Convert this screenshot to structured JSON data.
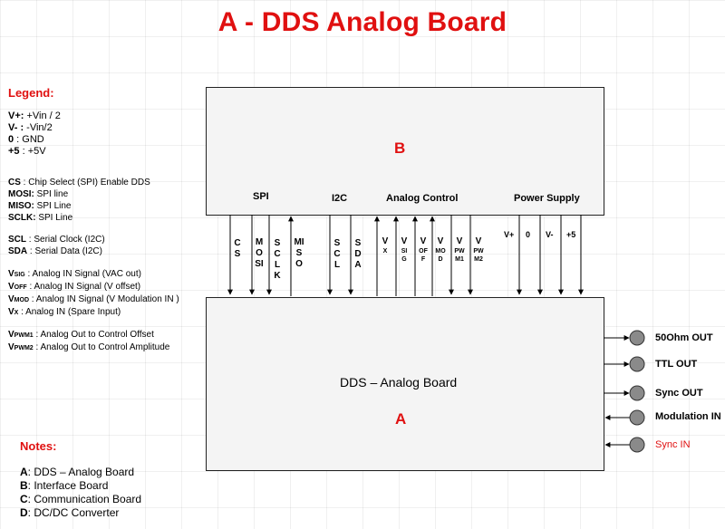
{
  "title": "A - DDS Analog Board",
  "legend": {
    "heading": "Legend:",
    "power": [
      {
        "key": "V+:",
        "value": " +Vin / 2"
      },
      {
        "key": "V- :",
        "value": " -Vin/2"
      },
      {
        "key": "0",
        "value": " : GND"
      },
      {
        "key": "+5",
        "value": " : +5V"
      }
    ],
    "spi": [
      {
        "key": "CS",
        "value": " : Chip Select (SPI) Enable DDS"
      },
      {
        "key": "MOSI:",
        "value": " SPI line"
      },
      {
        "key": "MISO:",
        "value": " SPI Line"
      },
      {
        "key": "SCLK:",
        "value": " SPI Line"
      }
    ],
    "i2c": [
      {
        "key": "SCL",
        "value": " : Serial Clock (I2C)"
      },
      {
        "key": "SDA",
        "value": " : Serial Data (I2C)"
      }
    ],
    "analog": [
      {
        "key": "V",
        "sub": "SIG",
        "value": " : Analog IN Signal (VAC out)"
      },
      {
        "key": "V",
        "sub": "OFF",
        "value": " : Analog IN Signal (V offset)"
      },
      {
        "key": "V",
        "sub": "MOD",
        "value": " : Analog IN Signal (V Modulation IN )"
      },
      {
        "key": "V",
        "sub": "X",
        "value": " : Analog IN (Spare Input)"
      }
    ],
    "pwm": [
      {
        "key": "V",
        "sub": "PWM1",
        "value": " : Analog Out to Control Offset"
      },
      {
        "key": "V",
        "sub": "PWM2",
        "value": " : Analog Out to Control Amplitude"
      }
    ]
  },
  "notes": {
    "heading": "Notes:",
    "items": [
      {
        "key": "A",
        "value": ": DDS – Analog Board"
      },
      {
        "key": "B",
        "value": ": Interface Board"
      },
      {
        "key": "C",
        "value": ": Communication Board"
      },
      {
        "key": "D",
        "value": ": DC/DC Converter"
      }
    ]
  },
  "board_b": {
    "letter": "B",
    "groups": {
      "spi": "SPI",
      "i2c": "I2C",
      "analog": "Analog Control",
      "power": "Power Supply"
    }
  },
  "board_a": {
    "name": "DDS – Analog Board",
    "letter": "A"
  },
  "signals": {
    "cs": "CS",
    "mosi": "MOSI",
    "sclk": "SCLK",
    "miso": "MISO",
    "scl": "SCL",
    "sda": "SDA",
    "vx": "V",
    "vx_sub": "X",
    "vsig": "V",
    "vsig_sub": "SIG",
    "voff": "V",
    "voff_sub": "OFF",
    "vmod": "V",
    "vmod_sub": "MOD",
    "vpwm1": "V",
    "vpwm1_sub": "PWM1",
    "vpwm2": "V",
    "vpwm2_sub": "PWM2",
    "vplus": "V+",
    "gnd": "0",
    "vminus": "V-",
    "p5": "+5"
  },
  "ports": [
    {
      "label": "50Ohm OUT",
      "color": "#000000"
    },
    {
      "label": "TTL OUT",
      "color": "#000000"
    },
    {
      "label": "Sync OUT",
      "color": "#000000"
    },
    {
      "label": "Modulation IN",
      "color": "#000000"
    },
    {
      "label": "Sync IN",
      "color": "#e01010"
    }
  ],
  "colors": {
    "accent": "#e01010",
    "box_fill": "#f4f4f4",
    "port_fill": "#8a8a8a"
  }
}
